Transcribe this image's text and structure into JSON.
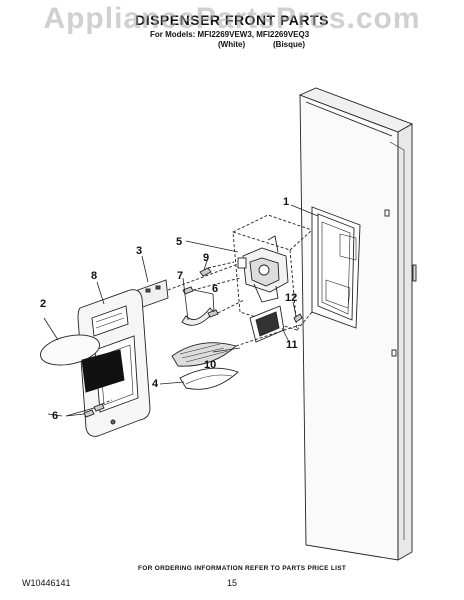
{
  "watermark": "AppliancePartsPros.com",
  "header": {
    "title": "DISPENSER FRONT PARTS",
    "models": "For Models: MFI2269VEW3, MFI2269VEQ3",
    "variant_white": "(White)",
    "variant_bisque": "(Bisque)"
  },
  "callouts": [
    "1",
    "2",
    "3",
    "4",
    "5",
    "6",
    "6",
    "7",
    "8",
    "9",
    "10",
    "11",
    "12"
  ],
  "footer": {
    "ordering_note": "FOR ORDERING INFORMATION REFER TO PARTS PRICE LIST",
    "document_number": "W10446141",
    "page_number": "15"
  },
  "colors": {
    "line": "#222222",
    "fill_light": "#f4f4f4",
    "fill_dark": "#111111",
    "watermark": "#aaaaaa"
  }
}
